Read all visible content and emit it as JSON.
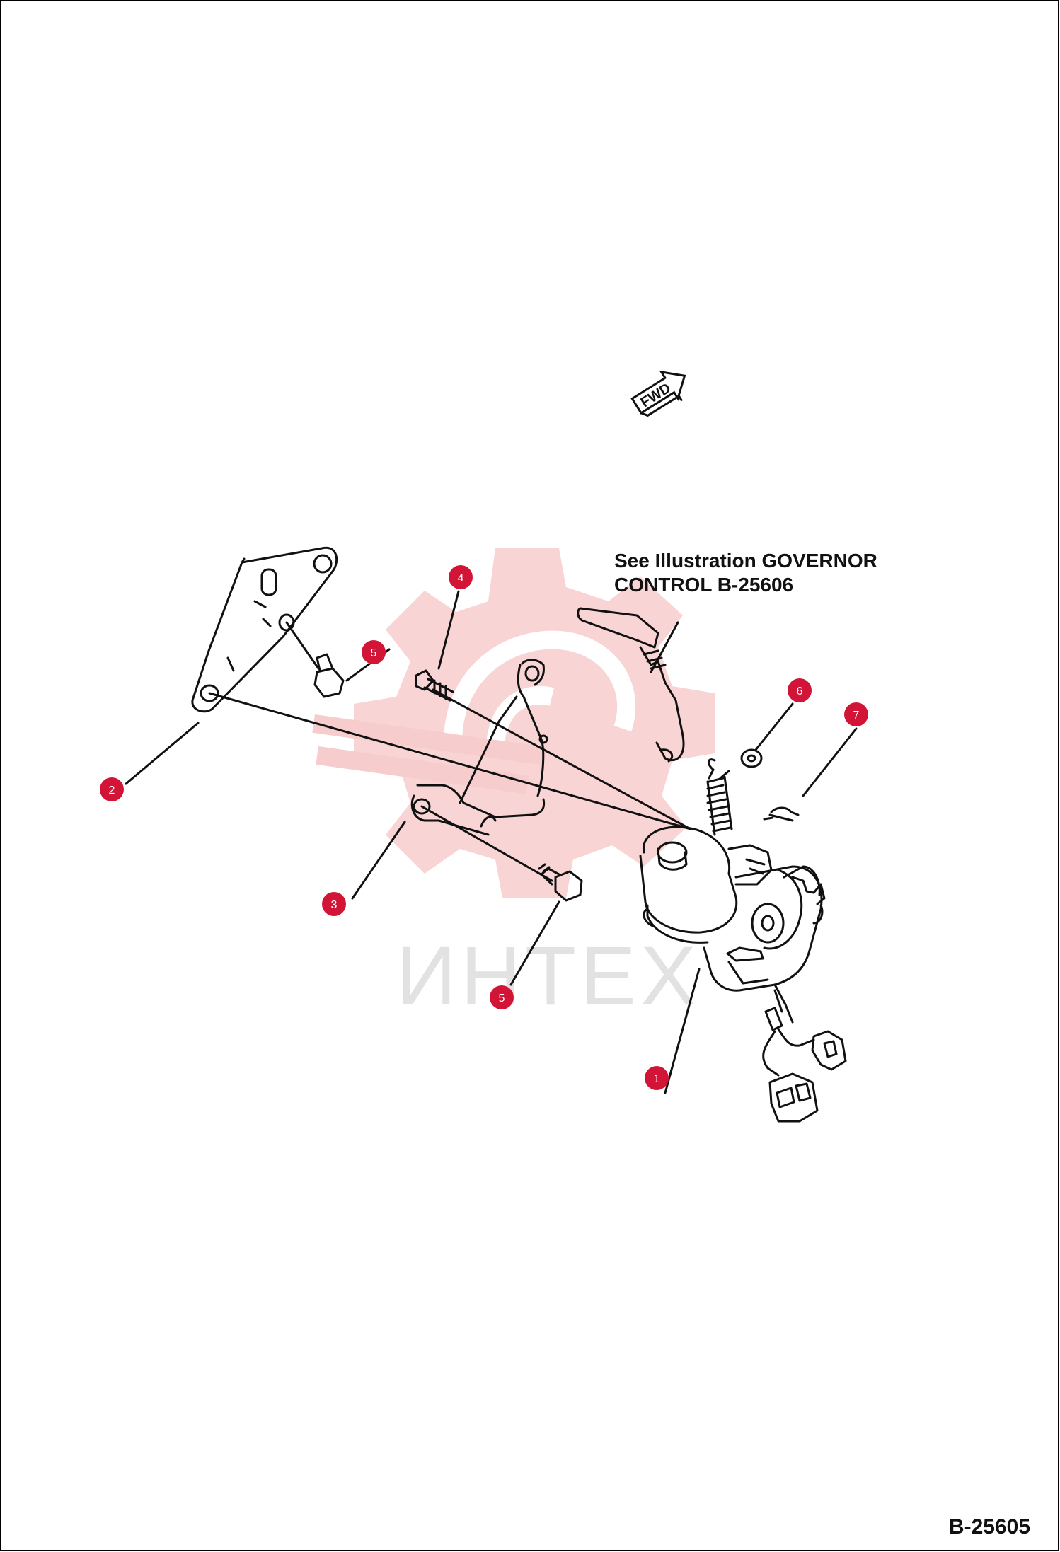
{
  "note": {
    "line1": "See Illustration GOVERNOR",
    "line2": "CONTROL B-25606"
  },
  "figure_number": "B-25605",
  "fwd_label": "FWD",
  "watermark_text": "ИНТЕХ",
  "callouts": [
    {
      "label": "2"
    },
    {
      "label": "4"
    },
    {
      "label": "5"
    },
    {
      "label": "6"
    },
    {
      "label": "7"
    },
    {
      "label": "3"
    },
    {
      "label": "5"
    },
    {
      "label": "1"
    }
  ],
  "colors": {
    "callout": "#d21437",
    "line": "#111111",
    "watermark": "#f6c9c9"
  }
}
